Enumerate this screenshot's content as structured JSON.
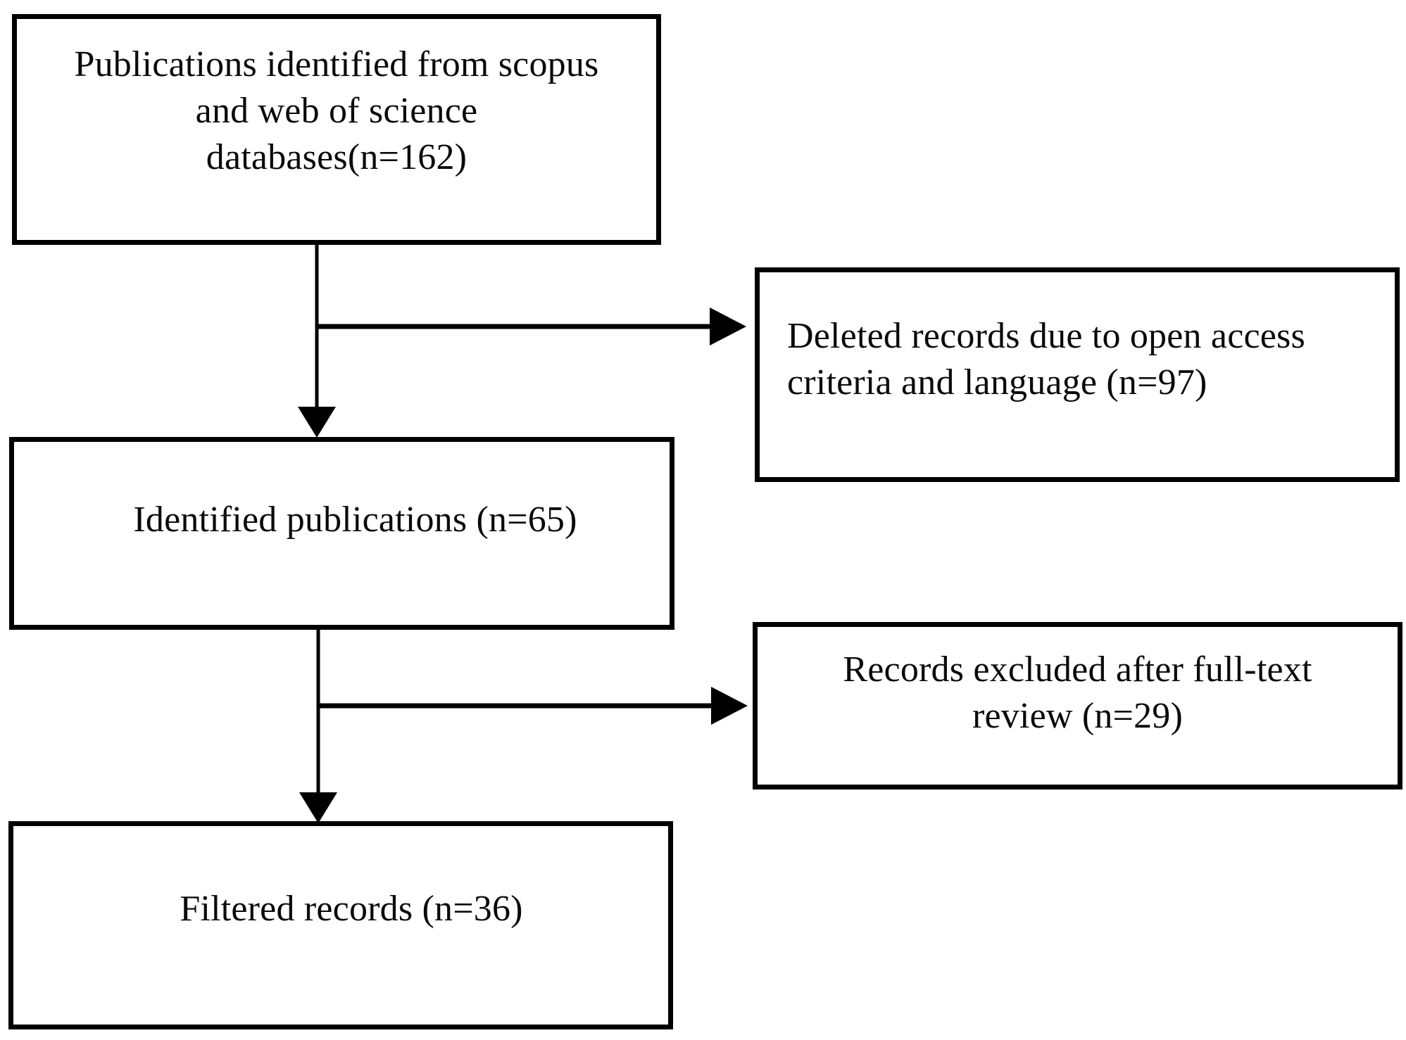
{
  "flowchart": {
    "boxes": {
      "identified_sources": {
        "label": "Publications identified from scopus\nand web of science\ndatabases(n=162)",
        "n": 162
      },
      "deleted_records": {
        "label": "Deleted records due to open access\ncriteria and language (n=97)",
        "n": 97
      },
      "identified_publications": {
        "label": "Identified publications (n=65)",
        "n": 65
      },
      "records_excluded": {
        "label": "Records excluded after full-text\nreview (n=29)",
        "n": 29
      },
      "filtered_records": {
        "label": "Filtered records (n=36)",
        "n": 36
      }
    },
    "edges": [
      {
        "from": "identified_sources",
        "to": "identified_publications",
        "direction": "down"
      },
      {
        "from": "identified_sources",
        "to": "deleted_records",
        "direction": "right"
      },
      {
        "from": "identified_publications",
        "to": "filtered_records",
        "direction": "down"
      },
      {
        "from": "identified_publications",
        "to": "records_excluded",
        "direction": "right"
      }
    ],
    "colors": {
      "border": "#000000",
      "background": "#ffffff",
      "text": "#0a0a0a"
    }
  }
}
